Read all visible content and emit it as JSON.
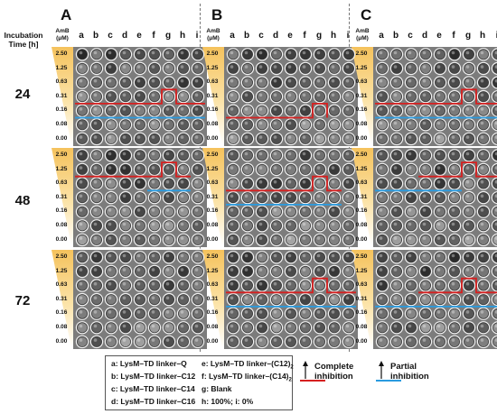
{
  "figure": {
    "incubation_label": [
      "Incubation",
      "Time [h]"
    ],
    "panels": [
      "A",
      "B",
      "C"
    ],
    "amb_label": [
      "AmB",
      "(μM)"
    ],
    "columns": [
      "a",
      "b",
      "c",
      "d",
      "e",
      "f",
      "g",
      "h",
      "i"
    ],
    "concentrations": [
      "2.50",
      "1.25",
      "0.63",
      "0.31",
      "0.16",
      "0.08",
      "0.00"
    ],
    "times": [
      "24",
      "48",
      "72"
    ]
  },
  "inhibition_marks": {
    "description_units": "concentration row index (0=2.50 ... 6=0.00), column index (0=a ... 8=i)",
    "complete": [
      {
        "panel": "A",
        "time": "24",
        "row": 3,
        "cols": [
          0,
          8
        ],
        "notch": 6
      },
      {
        "panel": "A",
        "time": "48",
        "row": 1,
        "cols": [
          0,
          7
        ],
        "notch": 6
      },
      {
        "panel": "B",
        "time": "24",
        "row": 4,
        "cols": [
          0,
          6
        ],
        "notch": 6
      },
      {
        "panel": "B",
        "time": "48",
        "row": 2,
        "cols": [
          0,
          7
        ],
        "notch": 6
      },
      {
        "panel": "B",
        "time": "72",
        "row": 2,
        "cols": [
          0,
          8
        ],
        "notch": 6
      },
      {
        "panel": "C",
        "time": "24",
        "row": 3,
        "cols": [
          0,
          8
        ],
        "notch": 6
      },
      {
        "panel": "C",
        "time": "48",
        "row": 1,
        "cols": [
          3,
          8
        ],
        "notch": 6
      },
      {
        "panel": "C",
        "time": "72",
        "row": 2,
        "cols": [
          3,
          8
        ],
        "notch": 6
      }
    ],
    "partial": [
      {
        "panel": "A",
        "time": "24",
        "row": 4,
        "cols": [
          0,
          8
        ]
      },
      {
        "panel": "A",
        "time": "48",
        "row": 2,
        "cols": [
          5,
          7
        ]
      },
      {
        "panel": "B",
        "time": "48",
        "row": 3,
        "cols": [
          0,
          7
        ]
      },
      {
        "panel": "B",
        "time": "72",
        "row": 3,
        "cols": [
          0,
          8
        ]
      },
      {
        "panel": "C",
        "time": "24",
        "row": 4,
        "cols": [
          0,
          8
        ]
      },
      {
        "panel": "C",
        "time": "48",
        "row": 2,
        "cols": [
          0,
          5
        ]
      },
      {
        "panel": "C",
        "time": "72",
        "row": 3,
        "cols": [
          0,
          8
        ]
      }
    ]
  },
  "legend": {
    "items": [
      {
        "key": "a",
        "text": "a: LysM–TD linker–Q"
      },
      {
        "key": "b",
        "text": "b: LysM–TD linker–C12"
      },
      {
        "key": "c",
        "text": "c: LysM–TD linker–C14"
      },
      {
        "key": "d",
        "text": "d: LysM–TD linker–C16"
      },
      {
        "key": "e",
        "text": "e: LysM–TD linker–(C12)",
        "sub": "2"
      },
      {
        "key": "f",
        "text": "f: LysM–TD linker–(C14)",
        "sub": "2"
      },
      {
        "key": "g",
        "text": "g: Blank"
      },
      {
        "key": "h",
        "text": "h: 100%; i: 0%"
      }
    ],
    "complete": [
      "Complete",
      "inhibition"
    ],
    "partial": [
      "Partial",
      "inhibition"
    ]
  },
  "colors": {
    "complete": "#d62020",
    "partial": "#2a9be0",
    "concentration_bar": "#f5c25c",
    "plate": "#7c7c7c",
    "well_rim": "#f2f2f2"
  }
}
